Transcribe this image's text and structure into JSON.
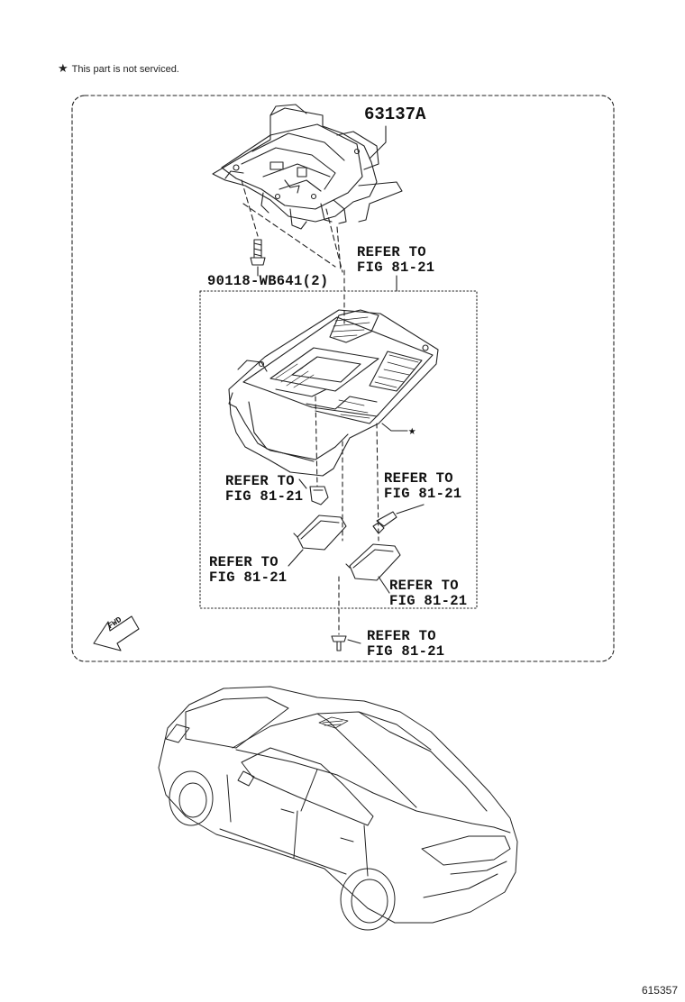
{
  "note": {
    "symbol": "★",
    "text": "This part is not serviced."
  },
  "parts": {
    "main_part": "63137A",
    "bolt": "90118-WB641(2)"
  },
  "refer_labels": [
    {
      "line1": "REFER TO",
      "line2": "FIG 81-21"
    },
    {
      "line1": "REFER TO",
      "line2": "FIG 81-21"
    },
    {
      "line1": "REFER TO",
      "line2": "FIG 81-21"
    },
    {
      "line1": "REFER TO",
      "line2": "FIG 81-21"
    },
    {
      "line1": "REFER TO",
      "line2": "FIG 81-21"
    },
    {
      "line1": "REFER TO",
      "line2": "FIG 81-21"
    }
  ],
  "fwd_arrow": "FWD",
  "diagram_id": "615357"
}
